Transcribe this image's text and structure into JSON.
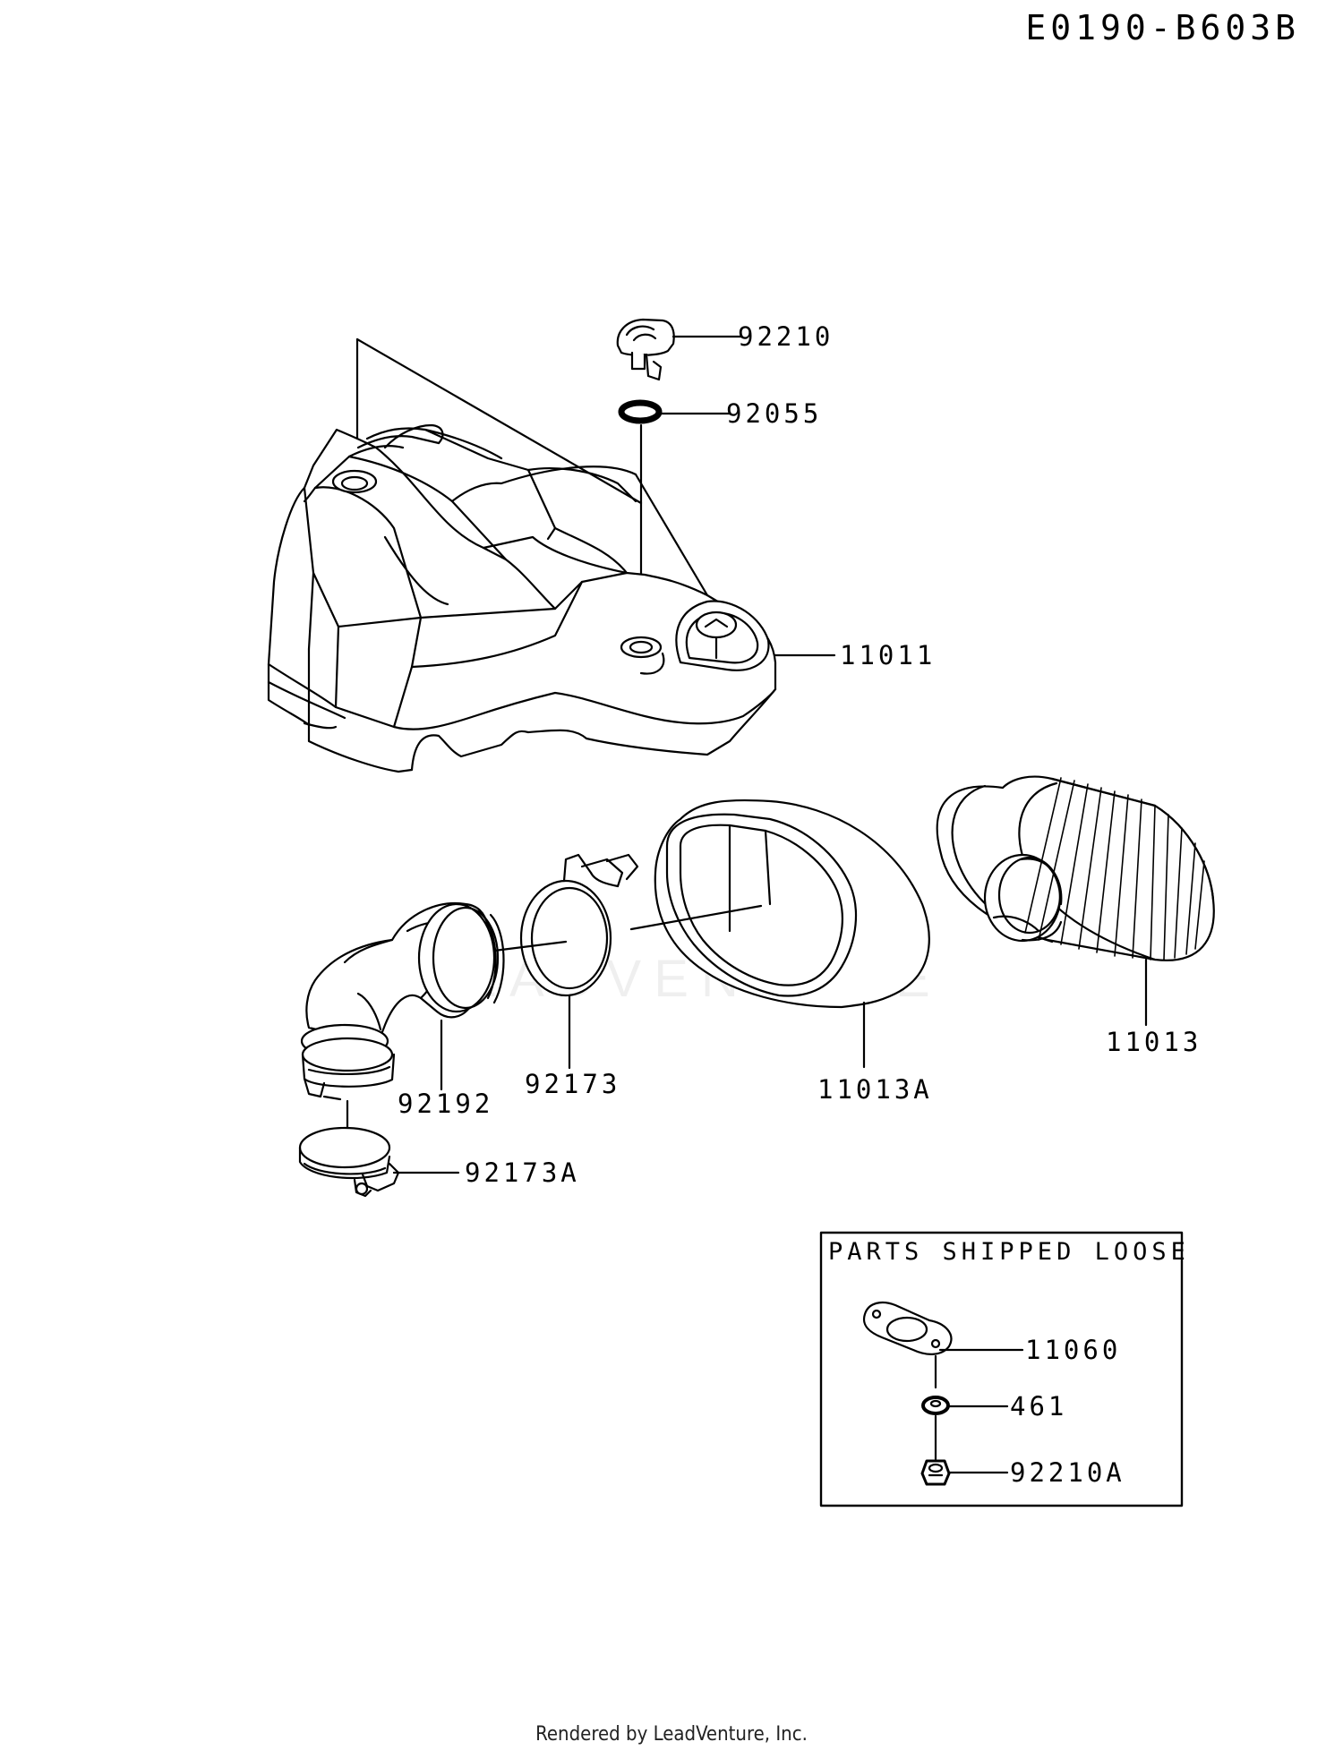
{
  "diagram_code": "E0190-B603B",
  "parts": {
    "p92210": "92210",
    "p92055": "92055",
    "p11011": "11011",
    "p11013": "11013",
    "p11013A": "11013A",
    "p92173": "92173",
    "p92192": "92192",
    "p92173A": "92173A",
    "p11060": "11060",
    "p461": "461",
    "p92210A": "92210A"
  },
  "loose_box": {
    "title": "PARTS SHIPPED LOOSE"
  },
  "watermark": "LEADVENTURE",
  "footer": "Rendered by LeadVenture, Inc."
}
